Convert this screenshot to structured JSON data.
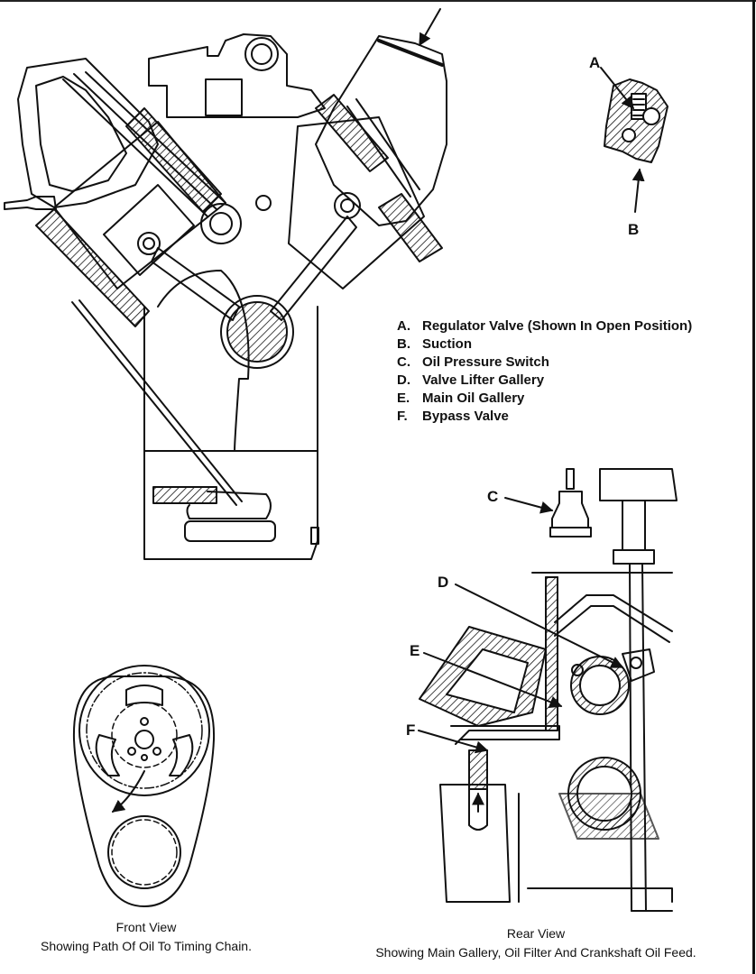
{
  "figure": {
    "legend": [
      {
        "key": "A.",
        "label": "Regulator Valve (Shown In Open Position)"
      },
      {
        "key": "B.",
        "label": "Suction"
      },
      {
        "key": "C.",
        "label": "Oil Pressure Switch"
      },
      {
        "key": "D.",
        "label": "Valve Lifter Gallery"
      },
      {
        "key": "E.",
        "label": "Main Oil Gallery"
      },
      {
        "key": "F.",
        "label": "Bypass Valve"
      }
    ],
    "callouts": {
      "a": "A",
      "b": "B",
      "c": "C",
      "d": "D",
      "e": "E",
      "f": "F"
    },
    "front_view": {
      "title": "Front View",
      "subtitle": "Showing Path Of Oil To Timing Chain."
    },
    "rear_view": {
      "title": "Rear View",
      "subtitle": "Showing Main Gallery, Oil Filter And Crankshaft Oil Feed."
    }
  }
}
